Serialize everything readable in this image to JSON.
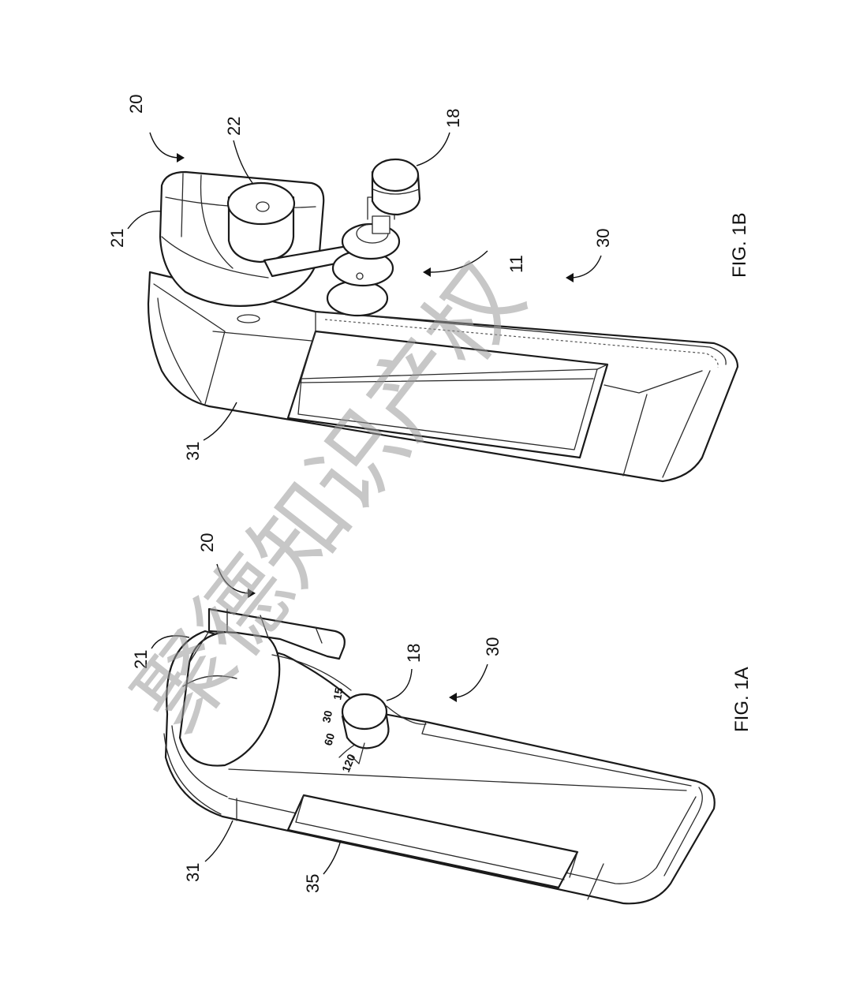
{
  "figures": {
    "fig_a": {
      "caption": "FIG. 1A",
      "refs": {
        "r20": "20",
        "r21": "21",
        "r18": "18",
        "r30": "30",
        "r31": "31",
        "r35": "35"
      },
      "dial_marks": [
        "15",
        "30",
        "60",
        "120"
      ]
    },
    "fig_b": {
      "caption": "FIG. 1B",
      "refs": {
        "r20": "20",
        "r22": "22",
        "r18": "18",
        "r21": "21",
        "r11": "11",
        "r30": "30",
        "r31": "31"
      }
    }
  },
  "watermark": {
    "text": "聚德知识产权",
    "color": "#9a9a9a"
  }
}
